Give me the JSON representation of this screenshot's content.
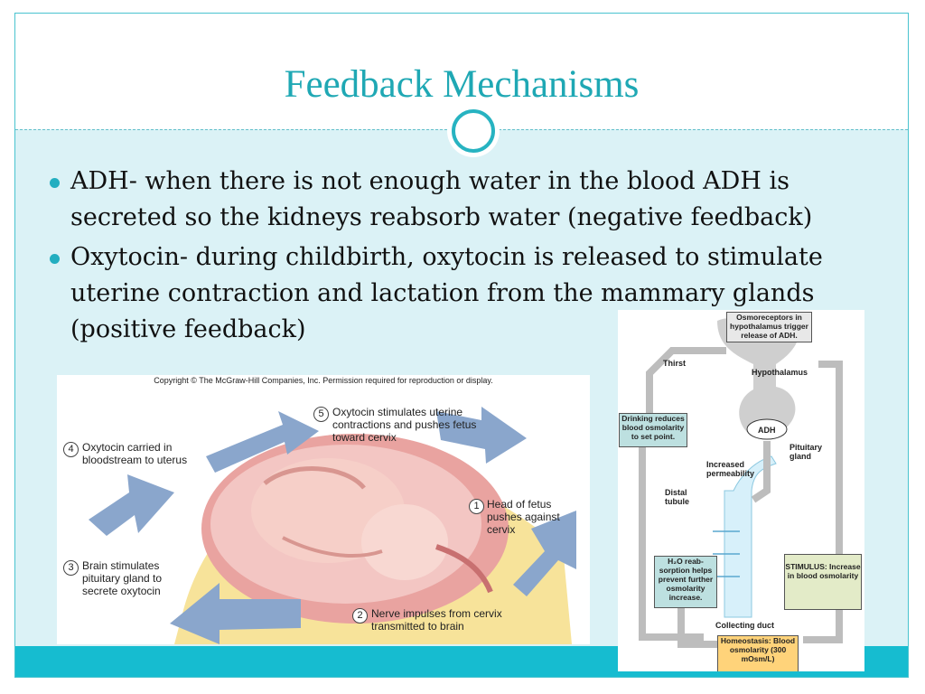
{
  "slide": {
    "title": "Feedback Mechanisms",
    "bullets": [
      {
        "text": "ADH- when there is not enough water in the blood ADH is secreted so the kidneys reabsorb water (negative feedback)"
      },
      {
        "text": "Oxytocin- during childbirth, oxytocin is released to stimulate uterine contraction and lactation from the mammary glands (positive feedback)"
      }
    ],
    "colors": {
      "accent": "#1fa8b4",
      "content_bg": "#dbf2f6",
      "bottom_bar": "#16bcd0"
    }
  },
  "figure_oxytocin": {
    "copyright": "Copyright © The McGraw-Hill Companies, Inc. Permission required for reproduction or display.",
    "steps": [
      {
        "num": "1",
        "text": "Head of fetus pushes against cervix"
      },
      {
        "num": "2",
        "text": "Nerve impulses from cervix transmitted to brain"
      },
      {
        "num": "3",
        "text": "Brain stimulates pituitary gland to secrete oxytocin"
      },
      {
        "num": "4",
        "text": "Oxytocin carried in bloodstream to uterus"
      },
      {
        "num": "5",
        "text": "Oxytocin stimulates uterine contractions and pushes fetus toward cervix"
      }
    ]
  },
  "figure_adh": {
    "osmoreceptors": "Osmoreceptors in hypothalamus trigger release of ADH.",
    "thirst": "Thirst",
    "hypothalamus": "Hypothalamus",
    "drinking": "Drinking reduces blood osmolarity to set point.",
    "adh": "ADH",
    "pituitary": "Pituitary gland",
    "increased_permeability": "Increased permeability",
    "distal_tubule": "Distal tubule",
    "h2o": "H₂O reab-sorption helps prevent further osmolarity increase.",
    "stimulus": "STIMULUS: Increase in blood osmolarity",
    "collecting_duct": "Collecting duct",
    "homeostasis": "Homeostasis: Blood osmolarity (300 mOsm/L)"
  }
}
